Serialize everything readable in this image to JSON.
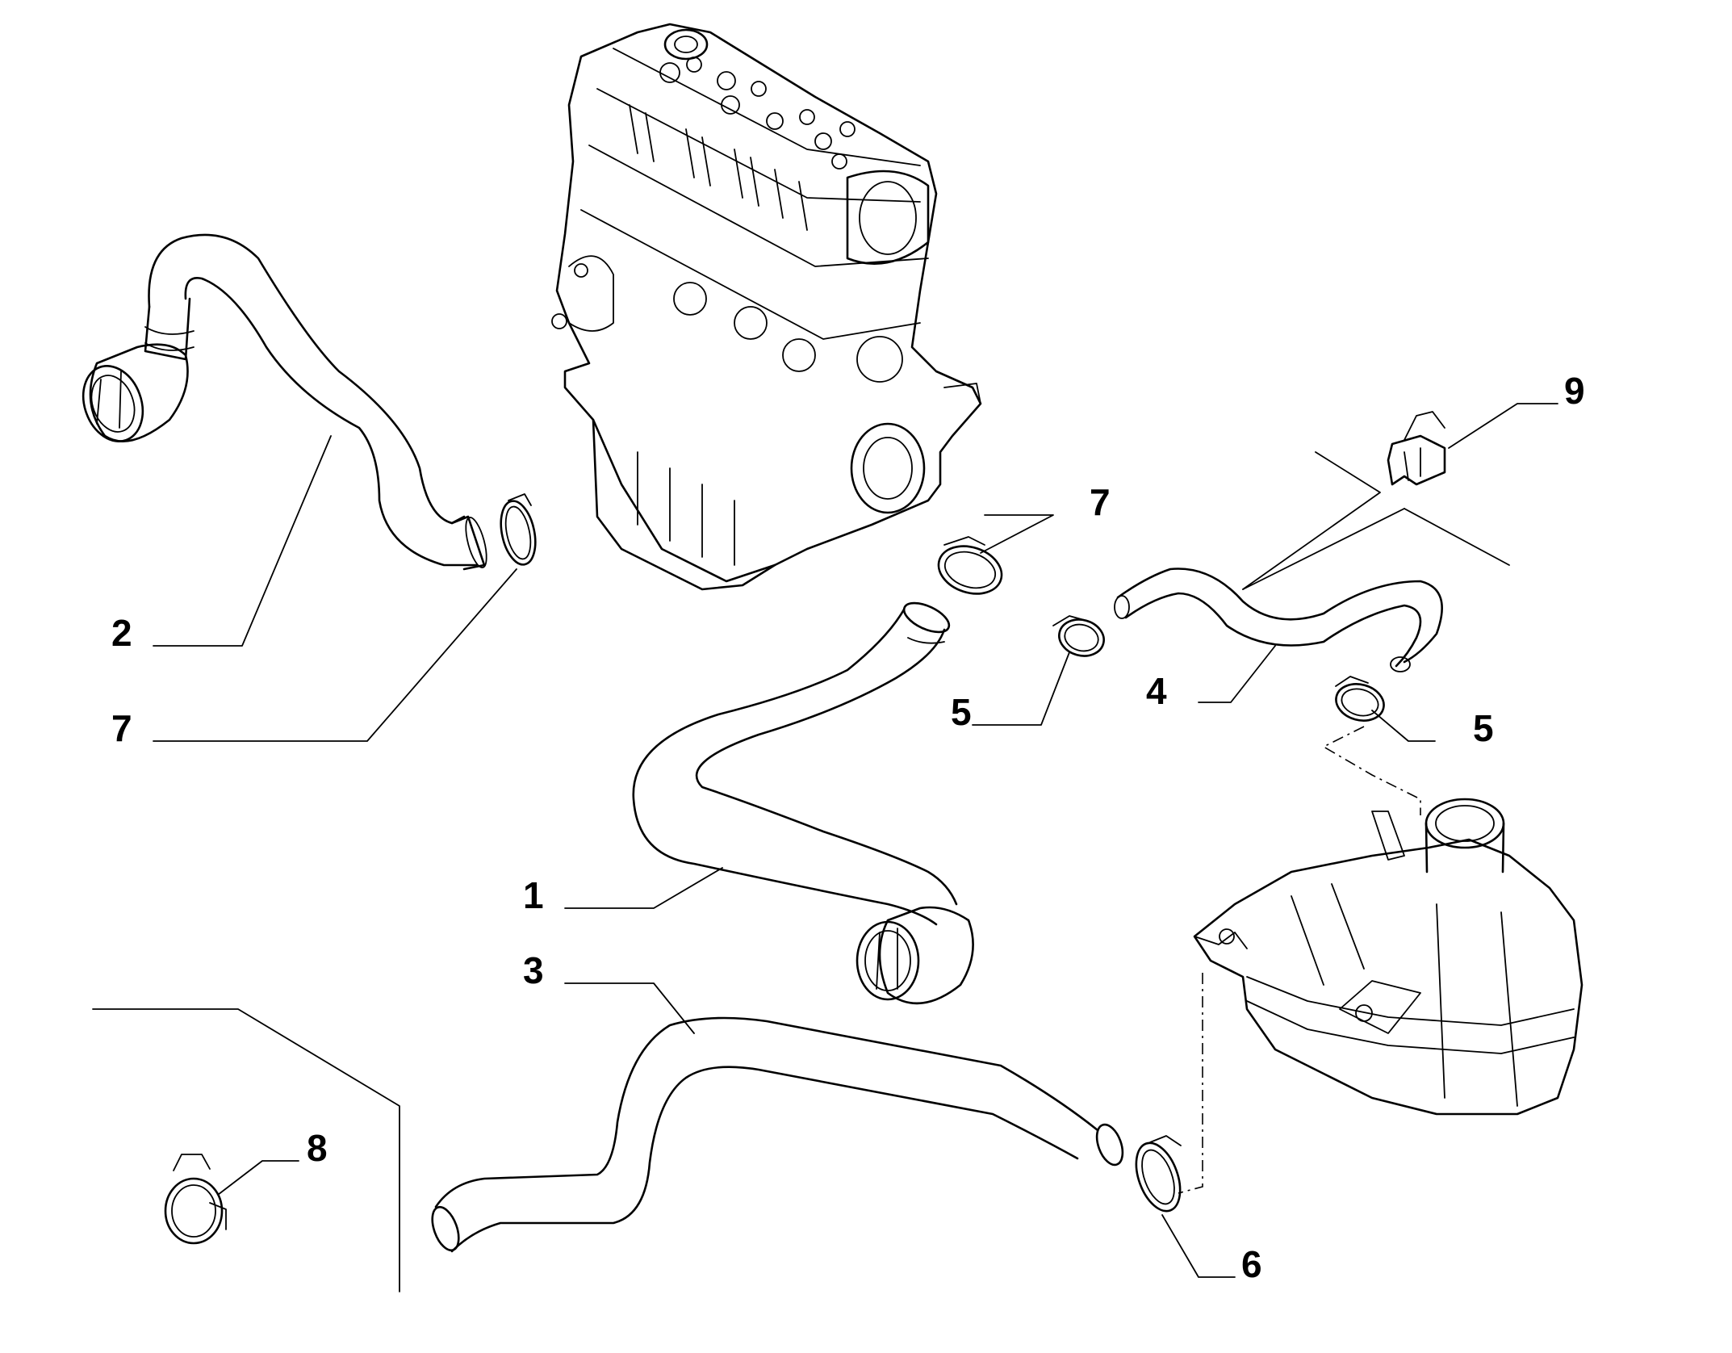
{
  "callouts": {
    "c1": "1",
    "c2": "2",
    "c3": "3",
    "c4": "4",
    "c5a": "5",
    "c5b": "5",
    "c6": "6",
    "c7a": "7",
    "c7b": "7",
    "c8": "8",
    "c9": "9"
  }
}
